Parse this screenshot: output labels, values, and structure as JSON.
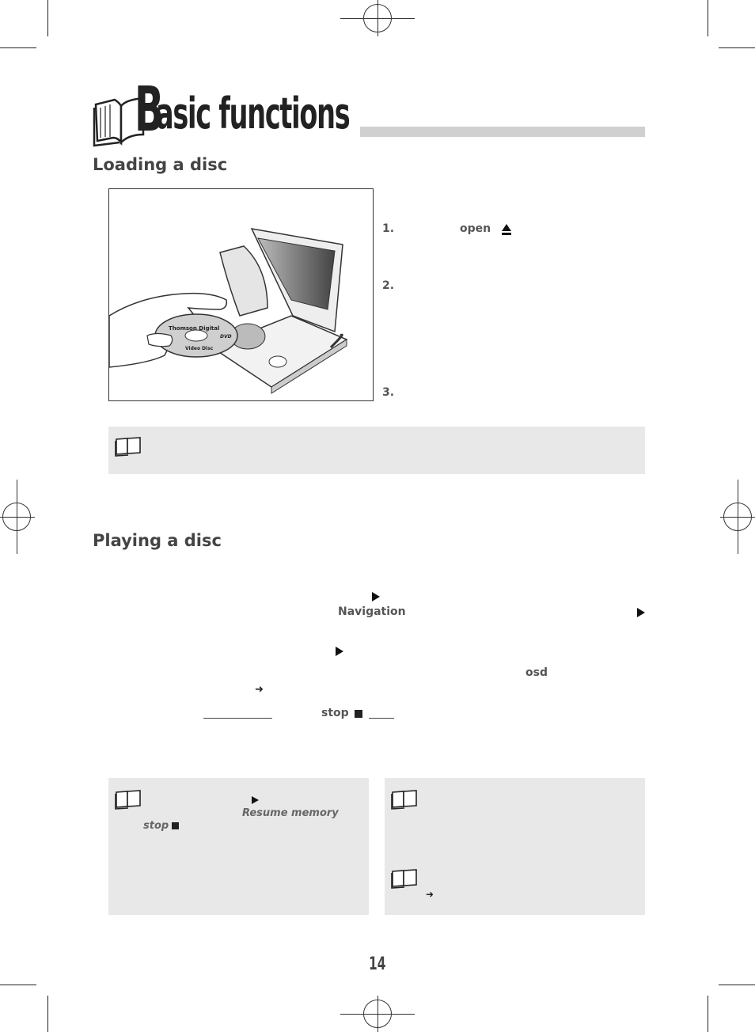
{
  "page": {
    "title_initial": "B",
    "title_rest": "asic functions",
    "page_number": "14"
  },
  "loading": {
    "heading": "Loading a disc",
    "steps": [
      {
        "num": "1.",
        "keyword": "open"
      },
      {
        "num": "2."
      },
      {
        "num": "3."
      }
    ],
    "disc_label_top": "Thomson Digital",
    "disc_label_bottom": "Video Disc",
    "disc_logo": "DVD"
  },
  "playing": {
    "heading": "Playing a disc",
    "keywords": {
      "navigation": "Navigation",
      "osd": "osd",
      "stop": "stop"
    }
  },
  "notes": {
    "resume_memory": "Resume memory",
    "stop": "stop"
  },
  "icons": {
    "book": "open-book-icon",
    "play": "play-triangle-icon",
    "stop": "stop-square-icon",
    "eject": "eject-icon",
    "arrow": "right-arrow-icon"
  }
}
